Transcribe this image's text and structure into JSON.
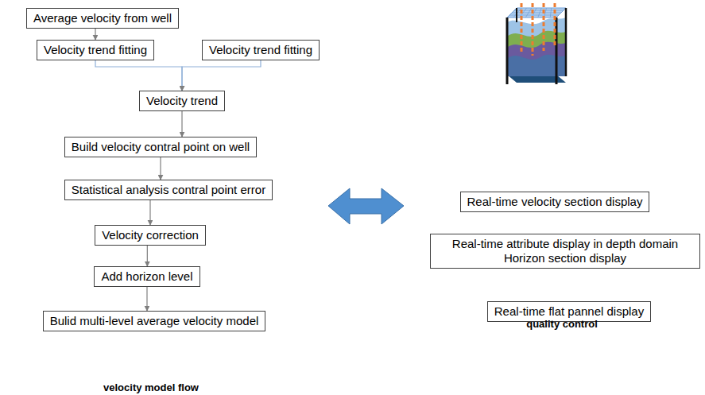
{
  "diagram": {
    "nodes": [
      {
        "text": [
          "Average velocity from well"
        ]
      },
      {
        "text": [
          "Velocity trend fitting"
        ]
      },
      {
        "text": [
          "Velocity trend fitting"
        ]
      },
      {
        "text": [
          "Velocity trend"
        ]
      },
      {
        "text": [
          "Build velocity contral point on well"
        ]
      },
      {
        "text": [
          "Statistical analysis contral point error"
        ]
      },
      {
        "text": [
          "Velocity correction"
        ]
      },
      {
        "text": [
          "Add horizon level"
        ]
      },
      {
        "text": [
          "Bulid multi-level average velocity model"
        ]
      },
      {
        "text": [
          "Real-time velocity section display"
        ]
      },
      {
        "text": [
          "Real-time attribute display in depth domain Horizon section display"
        ]
      },
      {
        "text": [
          "Real-time flat pannel display"
        ]
      }
    ],
    "edges": [
      {
        "from": 0,
        "to": 1,
        "arrow": "to"
      },
      {
        "from": 1,
        "to": 3,
        "arrow": "to"
      },
      {
        "from": 2,
        "to": 3,
        "arrow": "to"
      },
      {
        "from": 3,
        "to": 4,
        "arrow": "to"
      },
      {
        "from": 4,
        "to": 5,
        "arrow": "to"
      },
      {
        "from": 5,
        "to": 6,
        "arrow": "to"
      },
      {
        "from": 6,
        "to": 7,
        "arrow": "to"
      },
      {
        "from": 7,
        "to": 8,
        "arrow": "to"
      }
    ],
    "labels": [
      "velocity model flow",
      "quality control"
    ]
  }
}
